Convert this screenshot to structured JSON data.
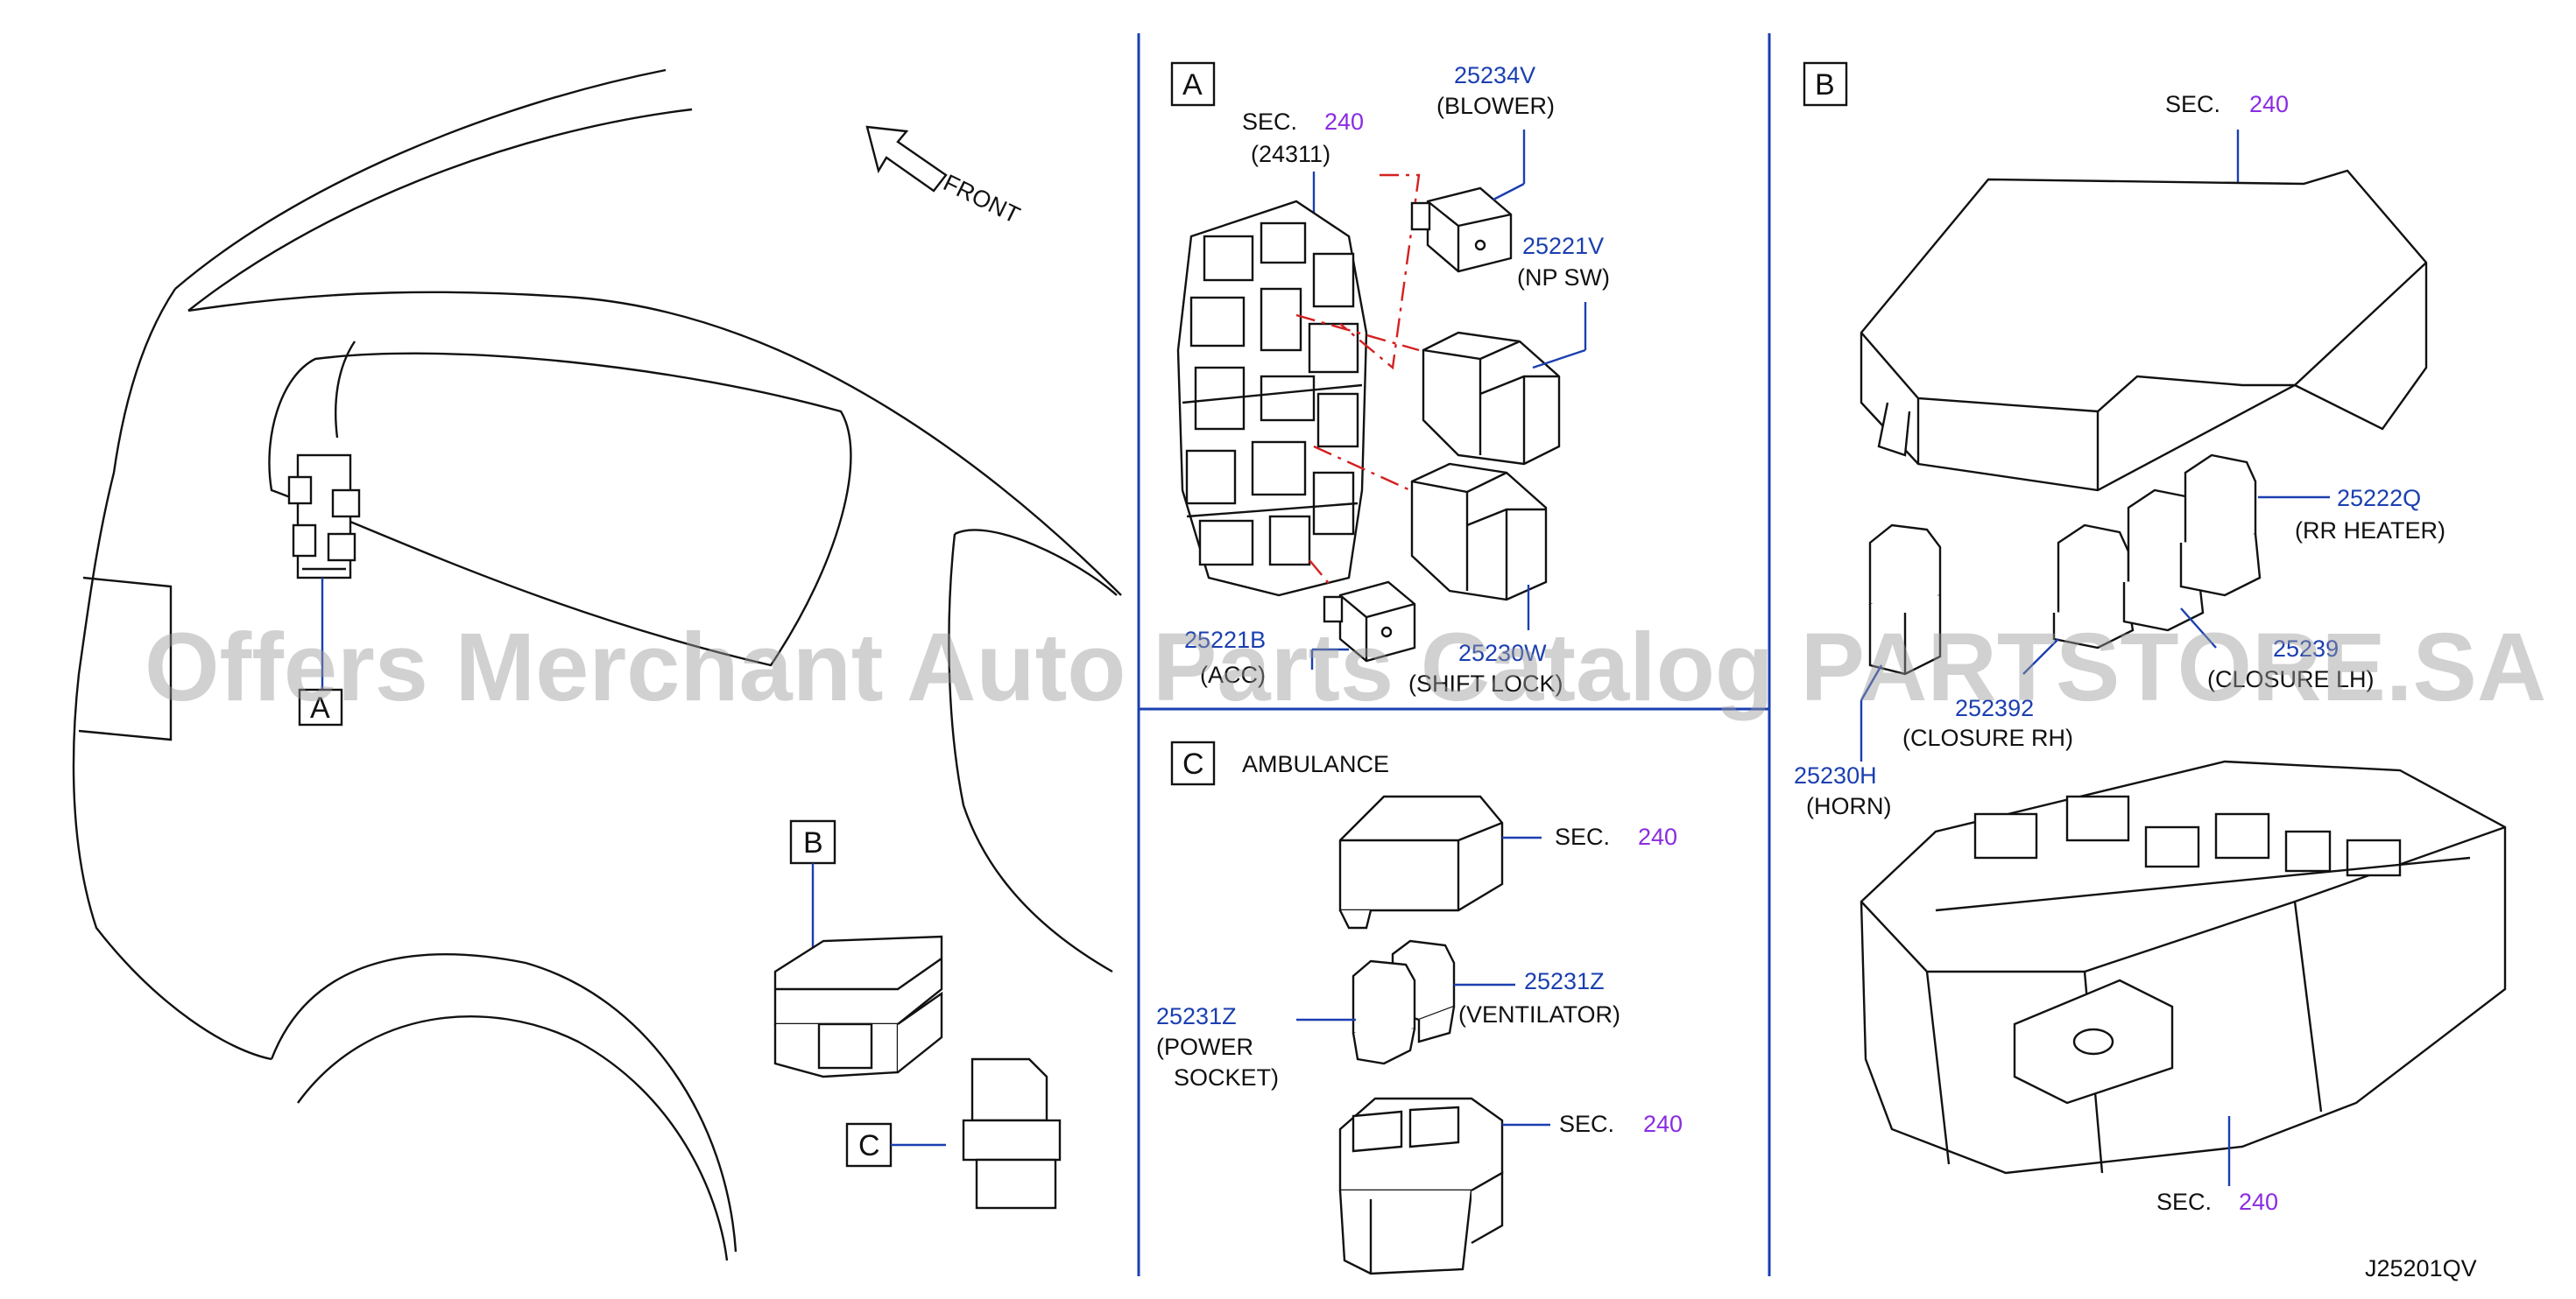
{
  "panels": {
    "A": {
      "letter": "A"
    },
    "B": {
      "letter": "B"
    },
    "C": {
      "letter": "C",
      "title": "AMBULANCE"
    }
  },
  "vehicle": {
    "front_label": "FRONT",
    "callouts": [
      "A",
      "B",
      "C"
    ]
  },
  "panel_a": {
    "sec_word": "SEC.",
    "sec_num": "240",
    "sec_sub": "(24311)",
    "parts": [
      {
        "pn": "25234V",
        "desc": "(BLOWER)"
      },
      {
        "pn": "25221V",
        "desc": "(NP   SW)"
      },
      {
        "pn": "25221B",
        "desc": "(ACC)"
      },
      {
        "pn": "25230W",
        "desc": "(SHIFT LOCK)"
      }
    ]
  },
  "panel_b": {
    "sec_top_word": "SEC.",
    "sec_top_num": "240",
    "sec_bottom_word": "SEC.",
    "sec_bottom_num": "240",
    "parts": [
      {
        "pn": "25222Q",
        "desc": "(RR   HEATER)"
      },
      {
        "pn": "25239",
        "desc": "(CLOSURE  LH)"
      },
      {
        "pn": "252392",
        "desc": "(CLOSURE   RH)"
      },
      {
        "pn": "25230H",
        "desc": "(HORN)"
      }
    ]
  },
  "panel_c": {
    "sec_top_word": "SEC.",
    "sec_top_num": "240",
    "sec_bottom_word": "SEC.",
    "sec_bottom_num": "240",
    "parts": [
      {
        "pn": "25231Z",
        "desc": "(VENTILATOR)"
      },
      {
        "pn": "25231Z",
        "desc_1": "(POWER",
        "desc_2": "SOCKET)"
      }
    ]
  },
  "watermark": "Offers Merchant Auto Parts Catalog PARTSTORE.SA",
  "diagram_code": "J25201QV"
}
